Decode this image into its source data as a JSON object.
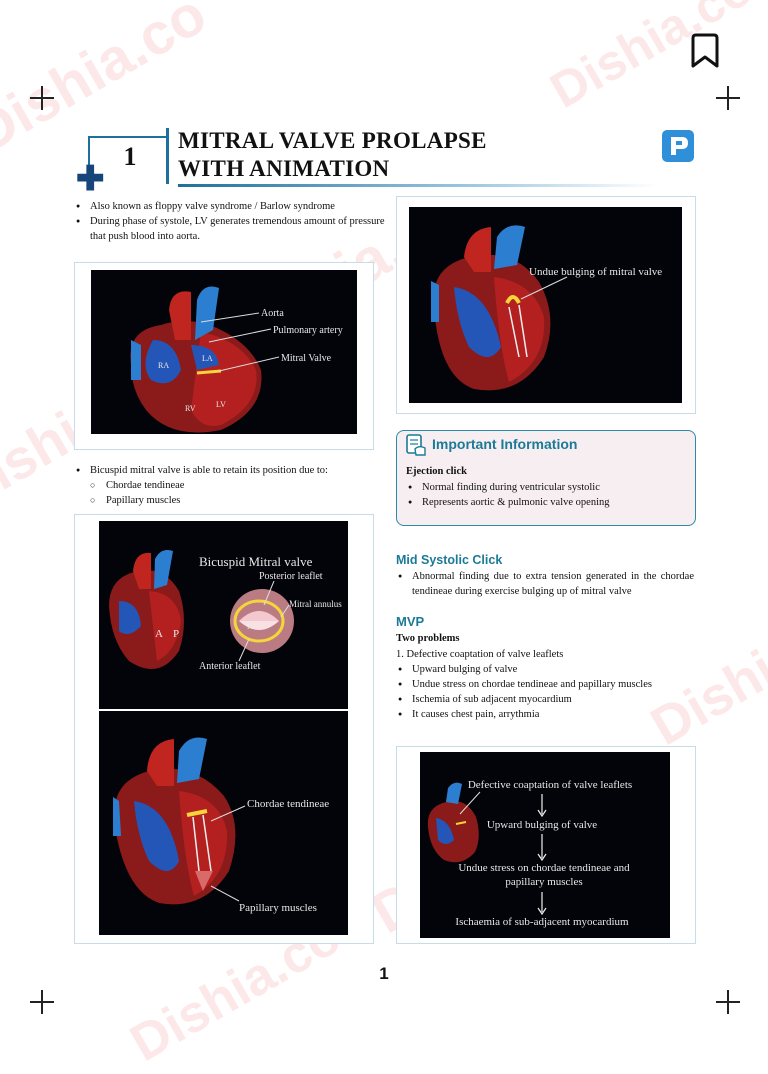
{
  "watermark": "Dishia.co",
  "chapter": {
    "number": "1",
    "title_line1": "MITRAL VALVE PROLAPSE",
    "title_line2": "WITH ANIMATION"
  },
  "intro_bullets": [
    "Also known as floppy valve syndrome / Barlow syndrome",
    "During phase of systole, LV generates tremendous amount of pressure that push blood into aorta."
  ],
  "figure1": {
    "labels": {
      "aorta": "Aorta",
      "pulmonary": "Pulmonary artery",
      "mitral": "Mitral Valve",
      "ra": "RA",
      "la": "LA",
      "rv": "RV",
      "lv": "LV"
    }
  },
  "bicuspid": {
    "bullet": "Bicuspid mitral valve is able to retain its position due to:",
    "subitems": [
      "Chordae tendineae",
      "Papillary muscles"
    ]
  },
  "figure2": {
    "title": "Bicuspid Mitral valve",
    "posterior": "Posterior leaflet",
    "annulus": "Mitral annulus",
    "anterior": "Anterior leaflet",
    "a": "A",
    "p": "P"
  },
  "figure3": {
    "chordae": "Chordae tendineae",
    "papillary": "Papillary muscles"
  },
  "figure4": {
    "label": "Undue bulging of mitral valve"
  },
  "info": {
    "title": "Important Information",
    "subheading": "Ejection click",
    "items": [
      "Normal finding during ventricular systolic",
      "Represents aortic & pulmonic valve opening"
    ]
  },
  "mid_systolic": {
    "heading": "Mid Systolic Click",
    "items": [
      "Abnormal finding due to extra tension generated in the chordae tendineae during exercise bulging up of mitral valve"
    ]
  },
  "mvp": {
    "heading": "MVP",
    "subheading": "Two problems",
    "numbered": "1.  Defective coaptation of valve leaflets",
    "items": [
      "Upward bulging of valve",
      "Undue stress on chordae tendineae and papillary muscles",
      "Ischemia of sub adjacent myocardium",
      "It causes chest pain, arrythmia"
    ]
  },
  "flowchart": {
    "steps": [
      "Defective coaptation of valve leaflets",
      "Upward bulging of valve",
      "Undue stress on chordae tendineae and",
      "papillary muscles",
      "Ischaemia of sub-adjacent myocardium"
    ]
  },
  "page_number": "1",
  "icons": [
    "bookmark-icon",
    "publisher-logo-icon",
    "info-hand-icon"
  ],
  "colors": {
    "accent": "#1f6f9d",
    "teal": "#1c7a96",
    "info_bg": "#f7eef2"
  }
}
